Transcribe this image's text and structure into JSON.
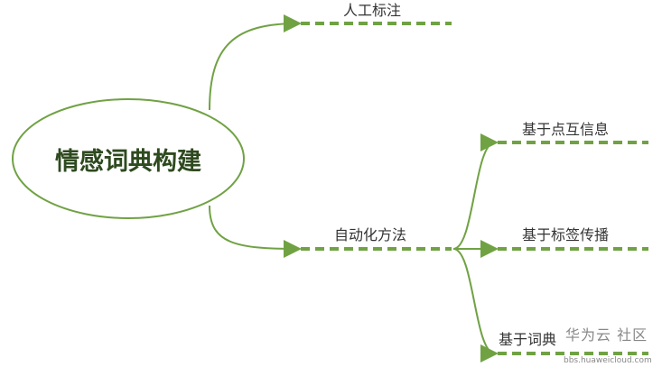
{
  "root": "情感词典构建",
  "branches": [
    {
      "label": "人工标注",
      "children": []
    },
    {
      "label": "自动化方法",
      "children": [
        {
          "label": "基于点互信息"
        },
        {
          "label": "基于标签传播"
        },
        {
          "label": "基于词典"
        }
      ]
    }
  ],
  "watermark": {
    "name": "华为云 社区",
    "url": "bbs.huaweicloud.com"
  },
  "colors": {
    "line": "#70a244",
    "text": "#333333",
    "root_text": "#2e4a1f"
  }
}
